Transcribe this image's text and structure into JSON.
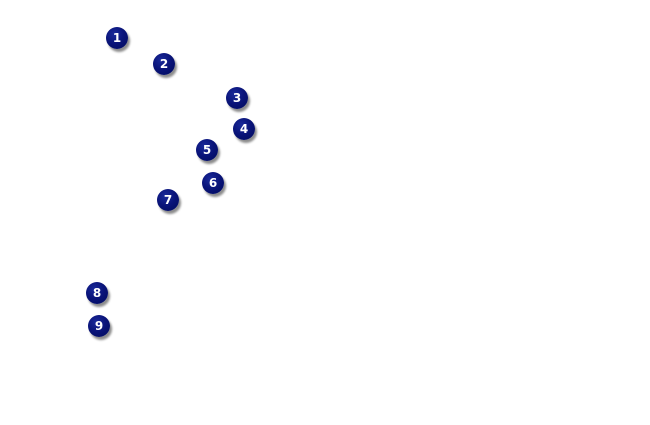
{
  "markers": [
    {
      "label": "1"
    },
    {
      "label": "2"
    },
    {
      "label": "3"
    },
    {
      "label": "4"
    },
    {
      "label": "5"
    },
    {
      "label": "6"
    },
    {
      "label": "7"
    },
    {
      "label": "8"
    },
    {
      "label": "9"
    }
  ],
  "colors": {
    "background": "#ffffff",
    "marker_fill": "#0a147a",
    "marker_text": "#ffffff"
  }
}
